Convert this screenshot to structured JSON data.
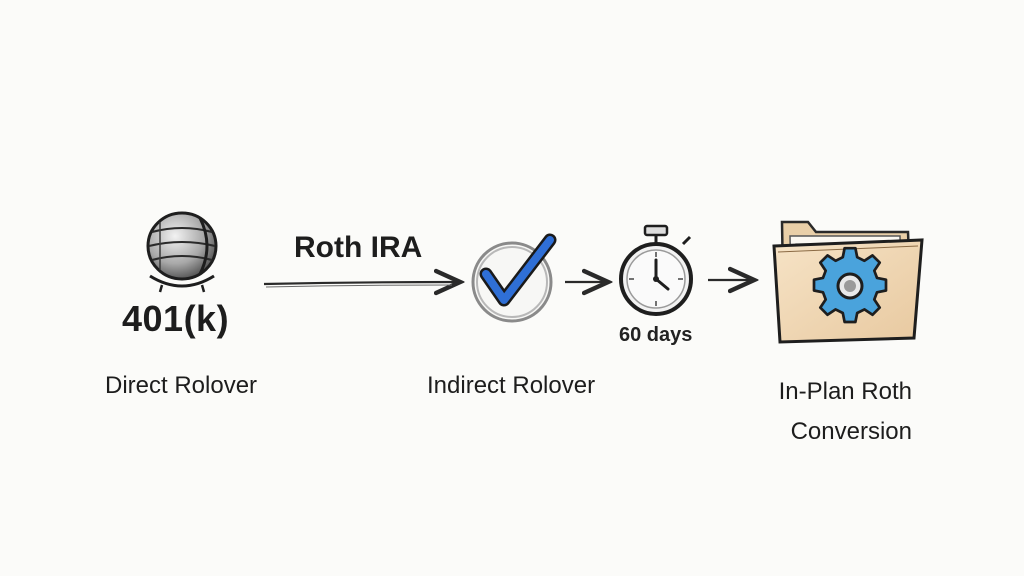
{
  "nodes": {
    "source": {
      "label": "401(k)",
      "icon": "globe-icon"
    },
    "direct": {
      "label": "Direct Rolover"
    },
    "indirect": {
      "label": "Indirect Rolover",
      "icon": "checkmark-icon",
      "accent": "#2f6fd6"
    },
    "timer": {
      "label": "60 days",
      "icon": "stopwatch-icon"
    },
    "inplan": {
      "label_line1": "In-Plan Roth",
      "label_line2": "Conversion",
      "icon": "folder-gear-icon",
      "accent": "#4aa3dc"
    }
  },
  "edges": {
    "main_label": "Roth IRA"
  },
  "colors": {
    "background": "#fbfbf9",
    "ink": "#1d1d1d",
    "check_blue": "#2f6fd6",
    "gear_blue": "#4aa3dc",
    "folder": "#f1d9b8"
  }
}
